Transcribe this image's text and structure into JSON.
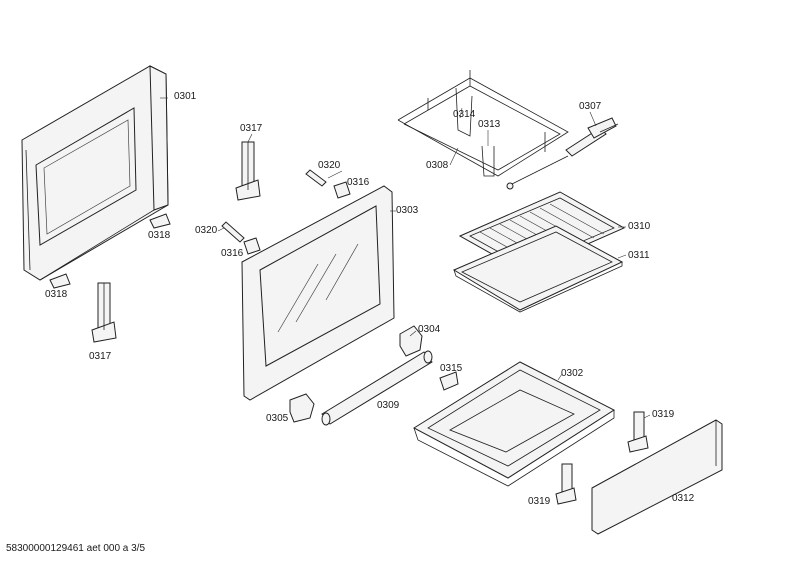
{
  "labels": {
    "p0301": "0301",
    "p0317a": "0317",
    "p0320a": "0320",
    "p0316a": "0316",
    "p0303": "0303",
    "p0320b": "0320",
    "p0316b": "0316",
    "p0318a": "0318",
    "p0318b": "0318",
    "p0317b": "0317",
    "p0314": "0314",
    "p0313": "0313",
    "p0308": "0308",
    "p0307": "0307",
    "p0310": "0310",
    "p0311": "0311",
    "p0304": "0304",
    "p0305": "0305",
    "p0309": "0309",
    "p0315": "0315",
    "p0302": "0302",
    "p0319a": "0319",
    "p0319b": "0319",
    "p0312": "0312"
  },
  "footer": "58300000129461 aet 000 a 3/5"
}
